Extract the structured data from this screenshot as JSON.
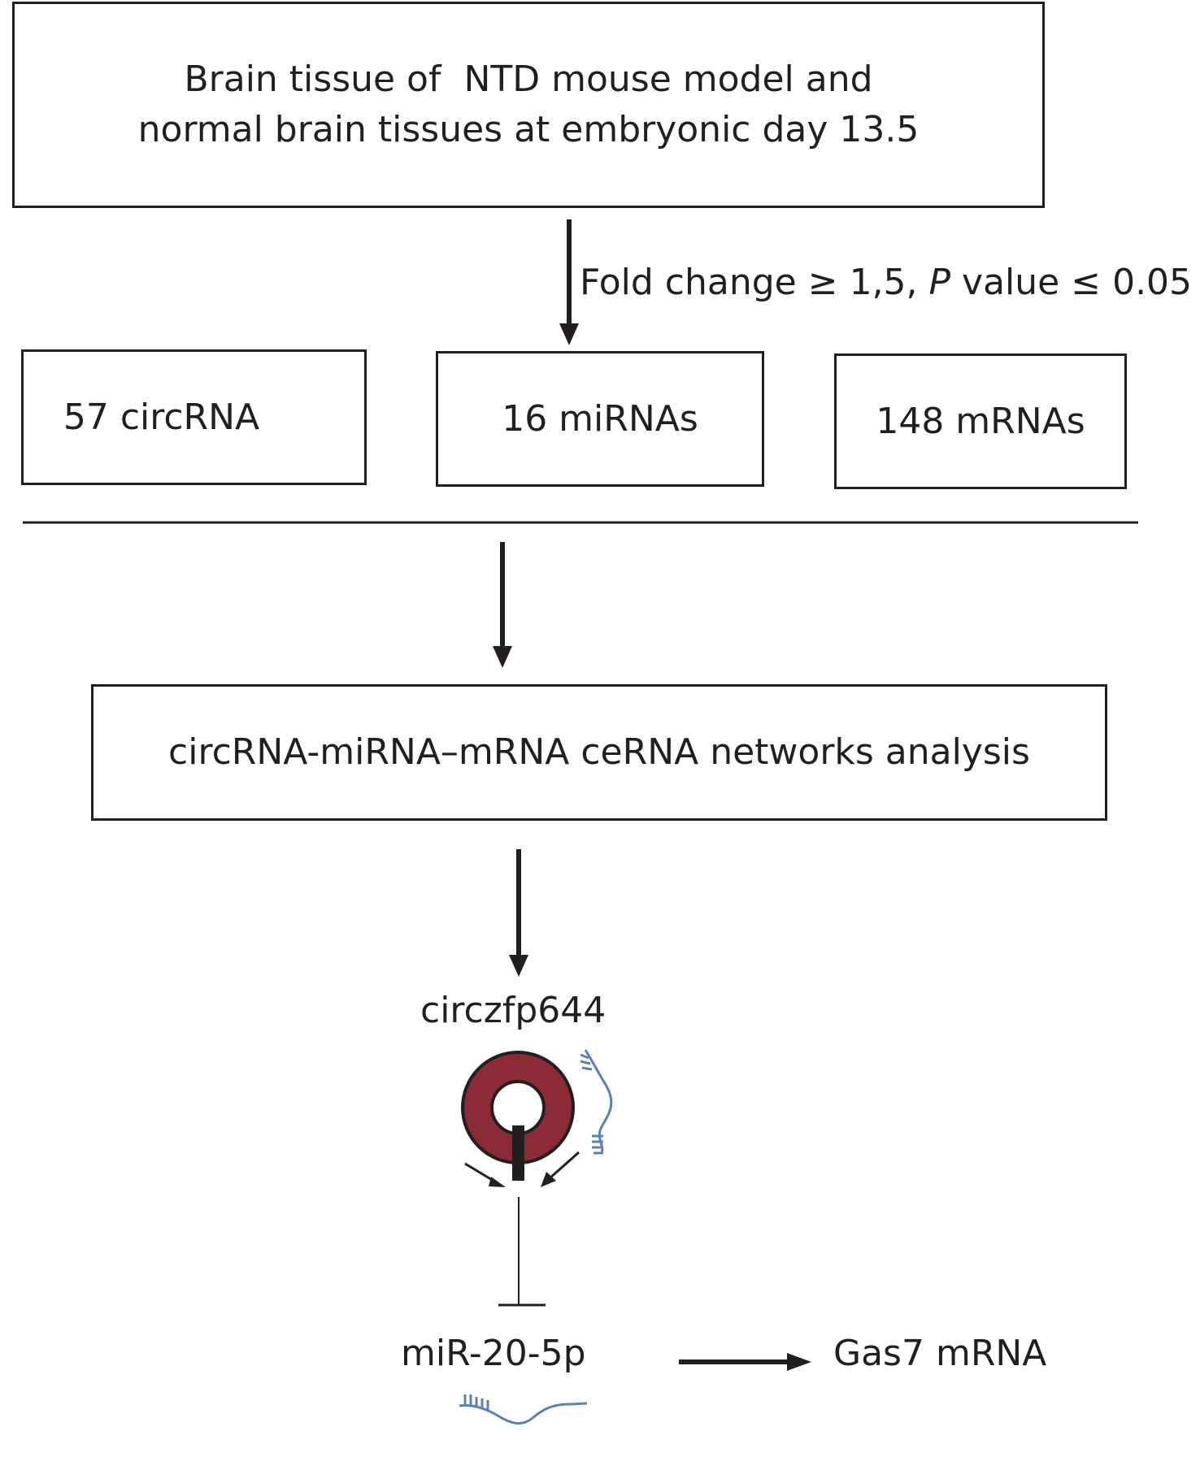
{
  "top_box": {
    "line1": "Brain tissue of  NTD mouse model and",
    "line2": "normal brain tissues at embryonic day 13.5"
  },
  "condition": {
    "pre": "Fold change ≥ 1,5, ",
    "p": "P",
    "post": " value ≤ 0.05"
  },
  "counts": {
    "circrna": "57 circRNA",
    "mirna": "16 miRNAs",
    "mrna": "148 mRNAs"
  },
  "network_box": "circRNA-miRNA–mRNA ceRNA networks analysis",
  "circ_label": "circzfp644",
  "mirna_label": "miR-20-5p",
  "target_label": "Gas7 mRNA",
  "colors": {
    "ring": "#8a2b36",
    "strand": "#5b7fb8",
    "ink": "#231f20"
  }
}
